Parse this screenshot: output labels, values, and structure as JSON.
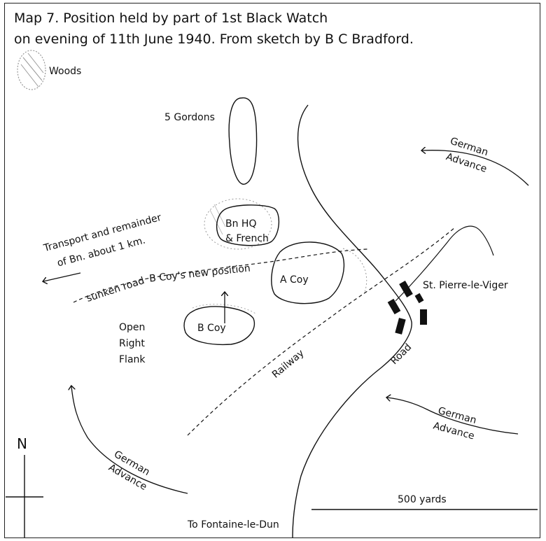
{
  "map": {
    "title_line1": "Map 7.   Position held by part of 1st Black Watch",
    "title_line2": "on evening of 11th June 1940. From sketch by B C Bradford.",
    "legend_woods": "Woods",
    "five_gordons": "5 Gordons",
    "bn_hq": "Bn HQ",
    "french": "& French",
    "a_coy": "A Coy",
    "b_coy": "B Coy",
    "b_coy_new_position": "B Coy's new position",
    "sunken_road": "sunken road",
    "transport_line1": "Transport and remainder",
    "transport_line2": "of Bn. about 1 km.",
    "open_right_flank": [
      "Open",
      "Right",
      "Flank"
    ],
    "st_pierre": "St. Pierre-le-Viger",
    "railway": "Railway",
    "road": "Road",
    "german_advance_ne": [
      "German",
      "Advance"
    ],
    "german_advance_se": [
      "German",
      "Advance"
    ],
    "german_advance_sw": [
      "German",
      "Advance"
    ],
    "scale_label": "500 yards",
    "to_fontaine": "To Fontaine-le-Dun",
    "north": "N",
    "colors": {
      "ink": "#111111",
      "woods_shade": "#9a9a9a",
      "background": "#ffffff"
    }
  }
}
